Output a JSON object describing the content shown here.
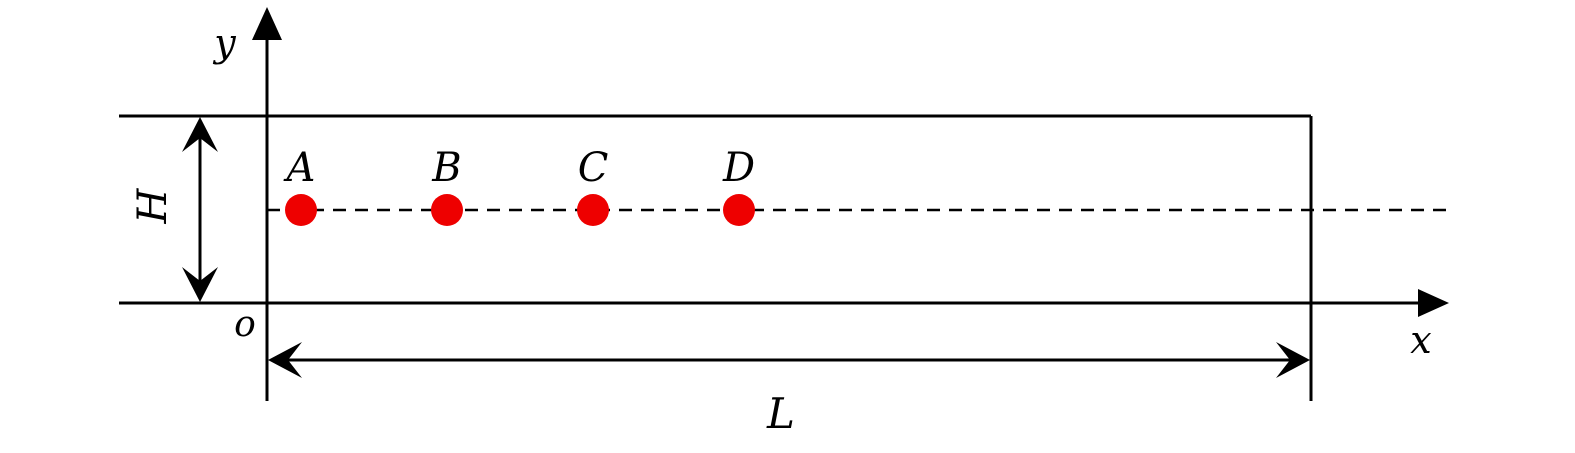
{
  "colors": {
    "line": "#000000",
    "point": "#ee0000",
    "background": "#ffffff"
  },
  "axes": {
    "x_label": "x",
    "y_label": "y",
    "origin_label": "o"
  },
  "dimensions": {
    "height_label": "H",
    "length_label": "L"
  },
  "points": [
    {
      "label": "A"
    },
    {
      "label": "B"
    },
    {
      "label": "C"
    },
    {
      "label": "D"
    }
  ]
}
